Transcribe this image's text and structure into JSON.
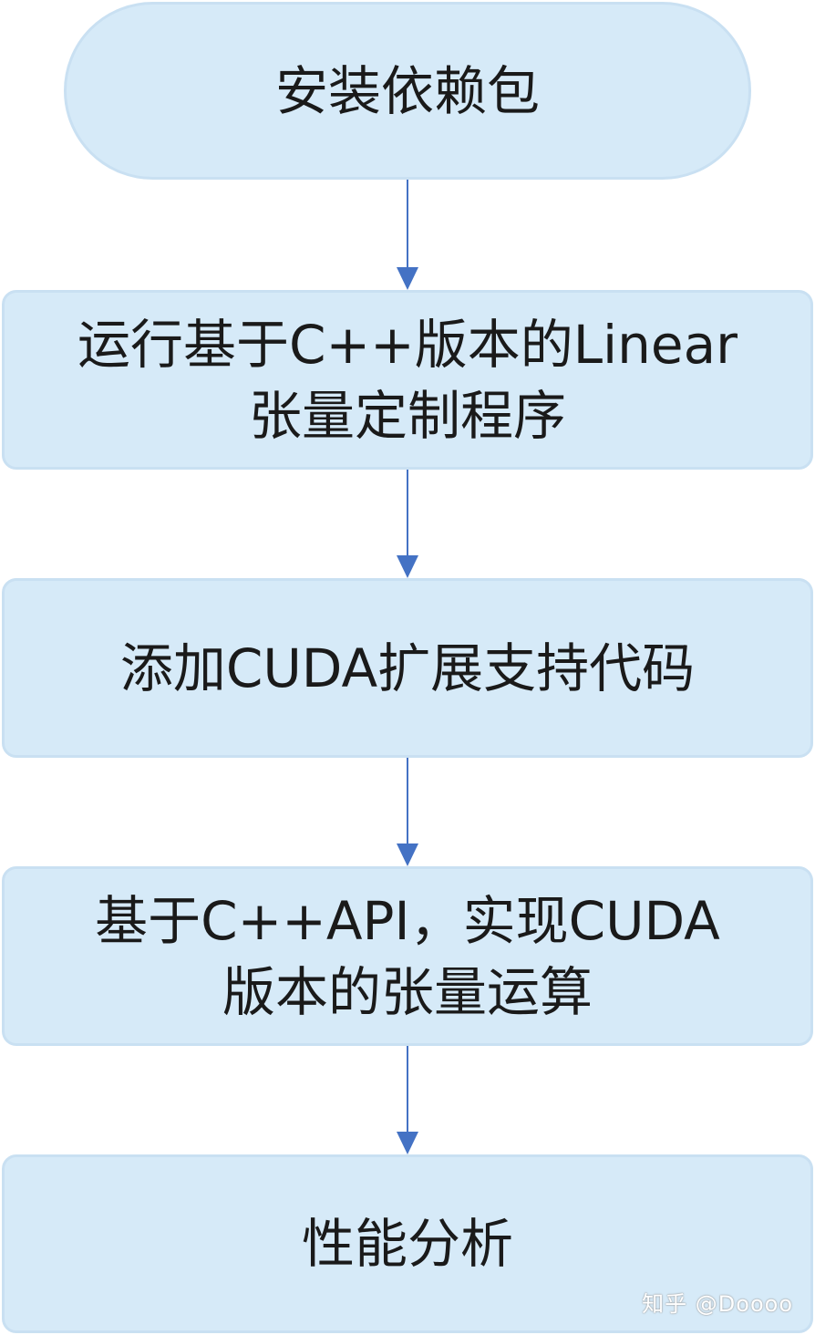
{
  "flowchart": {
    "steps": [
      {
        "label": "安装依赖包"
      },
      {
        "label": "运行基于C++版本的Linear\n张量定制程序"
      },
      {
        "label": "添加CUDA扩展支持代码"
      },
      {
        "label": "基于C++API，实现CUDA\n版本的张量运算"
      },
      {
        "label": "性能分析"
      }
    ]
  },
  "watermark": "知乎 @Doooo",
  "colors": {
    "node_fill": "#d6eaf8",
    "node_border": "#c9e0f2",
    "arrow": "#4472c4",
    "text": "#1a1a1a"
  }
}
